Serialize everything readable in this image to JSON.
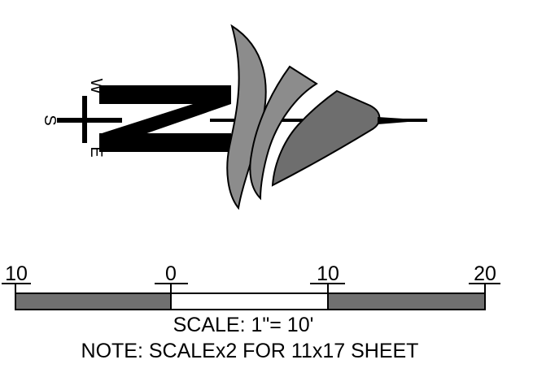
{
  "north_arrow": {
    "letter": "N",
    "directions": {
      "west": "W",
      "south": "S",
      "east": "E"
    },
    "colors": {
      "ink": "#000000",
      "fill": "#8c8c8c",
      "fill_dark": "#6e6e6e"
    }
  },
  "scale_bar": {
    "ticks": [
      "10",
      "0",
      "10",
      "20"
    ],
    "segments": [
      {
        "fill": "#707070"
      },
      {
        "fill": "#ffffff"
      },
      {
        "fill": "#707070"
      }
    ],
    "scale_text": "SCALE: 1\"=  10'",
    "note_text": "NOTE: SCALEx2 FOR 11x17 SHEET"
  }
}
